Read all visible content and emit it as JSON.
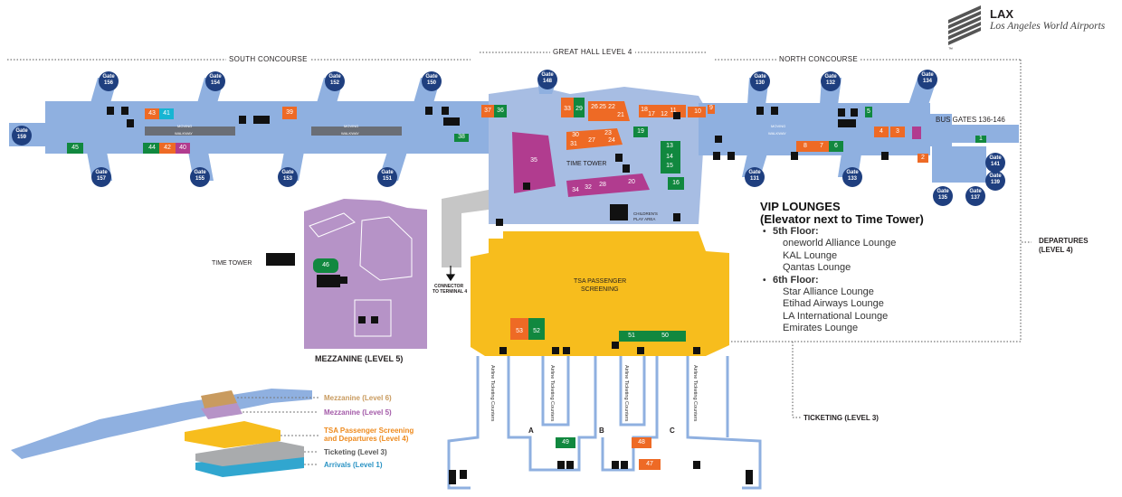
{
  "brand": {
    "code": "LAX",
    "name": "Los Angeles World Airports",
    "tm": "™"
  },
  "sections": {
    "south": "SOUTH CONCOURSE",
    "great_hall": "GREAT HALL LEVEL 4",
    "north": "NORTH CONCOURSE",
    "bus_gates": "BUS GATES 136-146",
    "departures_line1": "DEPARTURES",
    "departures_line2": "(LEVEL 4)",
    "ticketing": "TICKETING (LEVEL 3)",
    "mezzanine": "MEZZANINE (LEVEL 5)",
    "tsa_line1": "TSA PASSENGER",
    "tsa_line2": "SCREENING",
    "time_tower": "TIME TOWER",
    "children_line1": "CHILDREN'S",
    "children_line2": "PLAY AREA",
    "connector_line1": "CONNECTOR",
    "connector_line2": "TO TERMINAL 4",
    "moving_walkway_1": "MOVING",
    "moving_walkway_2": "WALKWAY"
  },
  "gates": {
    "g156": "156",
    "g154": "154",
    "g152": "152",
    "g150": "150",
    "g148": "148",
    "g130": "130",
    "g132": "132",
    "g134": "134",
    "g159": "159",
    "g157": "157",
    "g155": "155",
    "g153": "153",
    "g151": "151",
    "g131": "131",
    "g133": "133",
    "g135": "135",
    "g137": "137",
    "g141": "141",
    "g139": "139",
    "word": "Gate"
  },
  "shops": {
    "s45": "45",
    "s44": "44",
    "s43": "43",
    "s42": "42",
    "s41": "41",
    "s40": "40",
    "s39": "39",
    "s38": "38",
    "s37": "37",
    "s36": "36",
    "s35": "35",
    "s33": "33",
    "s29": "29",
    "s26": "26",
    "s25": "25",
    "s22": "22",
    "s21": "21",
    "s30": "30",
    "s31": "31",
    "s27": "27",
    "s23": "23",
    "s24": "24",
    "s34": "34",
    "s32": "32",
    "s28": "28",
    "s20": "20",
    "s18": "18",
    "s17": "17",
    "s12": "12",
    "s11": "11",
    "s10": "10",
    "s9": "9",
    "s19": "19",
    "s13": "13",
    "s14": "14",
    "s15": "15",
    "s16": "16",
    "s8": "8",
    "s7": "7",
    "s6": "6",
    "s5": "5",
    "s4": "4",
    "s3": "3",
    "s2": "2",
    "s1": "1",
    "s46": "46",
    "s53": "53",
    "s52": "52",
    "s51": "51",
    "s50": "50",
    "s49": "49",
    "s48": "48",
    "s47": "47"
  },
  "ticketing": {
    "counters": "Airline Ticketing Counters",
    "zone_a": "A",
    "zone_b": "B",
    "zone_c": "C"
  },
  "vip": {
    "title_line1": "VIP LOUNGES",
    "title_line2": "(Elevator next to Time Tower)",
    "floor5": "5th Floor:",
    "floor5_lounges": [
      "oneworld Alliance Lounge",
      "KAL Lounge",
      "Qantas Lounge"
    ],
    "floor6": "6th Floor:",
    "floor6_lounges": [
      "Star Alliance Lounge",
      "Etihad Airways Lounge",
      "LA International Lounge",
      "Emirates Lounge"
    ]
  },
  "legend": {
    "l6": "Mezzanine (Level 6)",
    "l5": "Mezzanine (Level 5)",
    "l4_line1": "TSA Passenger Screening",
    "l4_line2": "and Departures (Level 4)",
    "l3": "Ticketing (Level 3)",
    "l1": "Arrivals (Level 1)"
  },
  "colors": {
    "concourse": "#8fb0e0",
    "gate_badge": "#1f3f7f",
    "great_hall": "#a7bde3",
    "retail_orange": "#ee6a25",
    "retail_green": "#11883f",
    "retail_magenta": "#b13c8f",
    "retail_teal": "#17b5d3",
    "mezzanine": "#b693c7",
    "tsa": "#f7bd1d",
    "level6": "#c99b5f",
    "ticketing_gray": "#a9abad",
    "arrivals": "#31a6cf",
    "connector": "#c6c6c6"
  }
}
